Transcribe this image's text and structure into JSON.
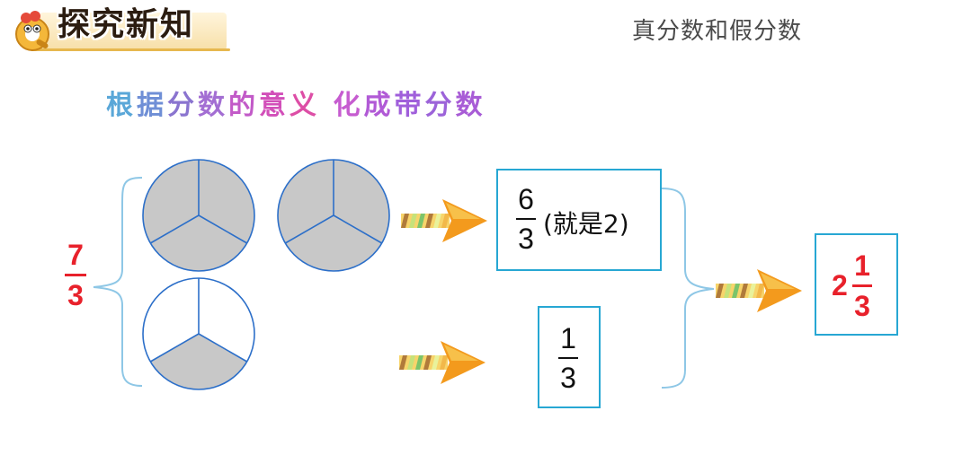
{
  "header": {
    "title": "探究新知",
    "topic": "真分数和假分数"
  },
  "subtitle": {
    "chars": [
      "根",
      "据",
      "分",
      "数",
      "的",
      "意",
      "义",
      " ",
      "化",
      "成",
      "带",
      "分",
      "数"
    ],
    "colors": [
      "#5aa7d8",
      "#6f8fd6",
      "#8a74cf",
      "#a36ed3",
      "#c25ac8",
      "#d24fb9",
      "#dd4ea6",
      "#dd4ea6",
      "#c65cd0",
      "#b15ad6",
      "#a05fdb",
      "#9c63d9",
      "#a85cd6"
    ]
  },
  "improper_fraction": {
    "numerator": "7",
    "denominator": "3",
    "color": "#e8212b"
  },
  "circles": [
    {
      "parts": 3,
      "shaded": [
        0,
        1,
        2
      ]
    },
    {
      "parts": 3,
      "shaded": [
        0,
        1,
        2
      ]
    },
    {
      "parts": 3,
      "shaded": [
        1
      ]
    }
  ],
  "box_whole": {
    "numerator": "6",
    "denominator": "3",
    "note": "(就是2)"
  },
  "box_part": {
    "numerator": "1",
    "denominator": "3"
  },
  "box_result": {
    "whole": "2",
    "numerator": "1",
    "denominator": "3",
    "color": "#e8212b"
  },
  "colors": {
    "shade": "#c8c8c8",
    "line": "#2c6fc9",
    "brace": "#8ec7e6",
    "box_border": "#27a7d3",
    "arrow": "#f39a1d"
  }
}
